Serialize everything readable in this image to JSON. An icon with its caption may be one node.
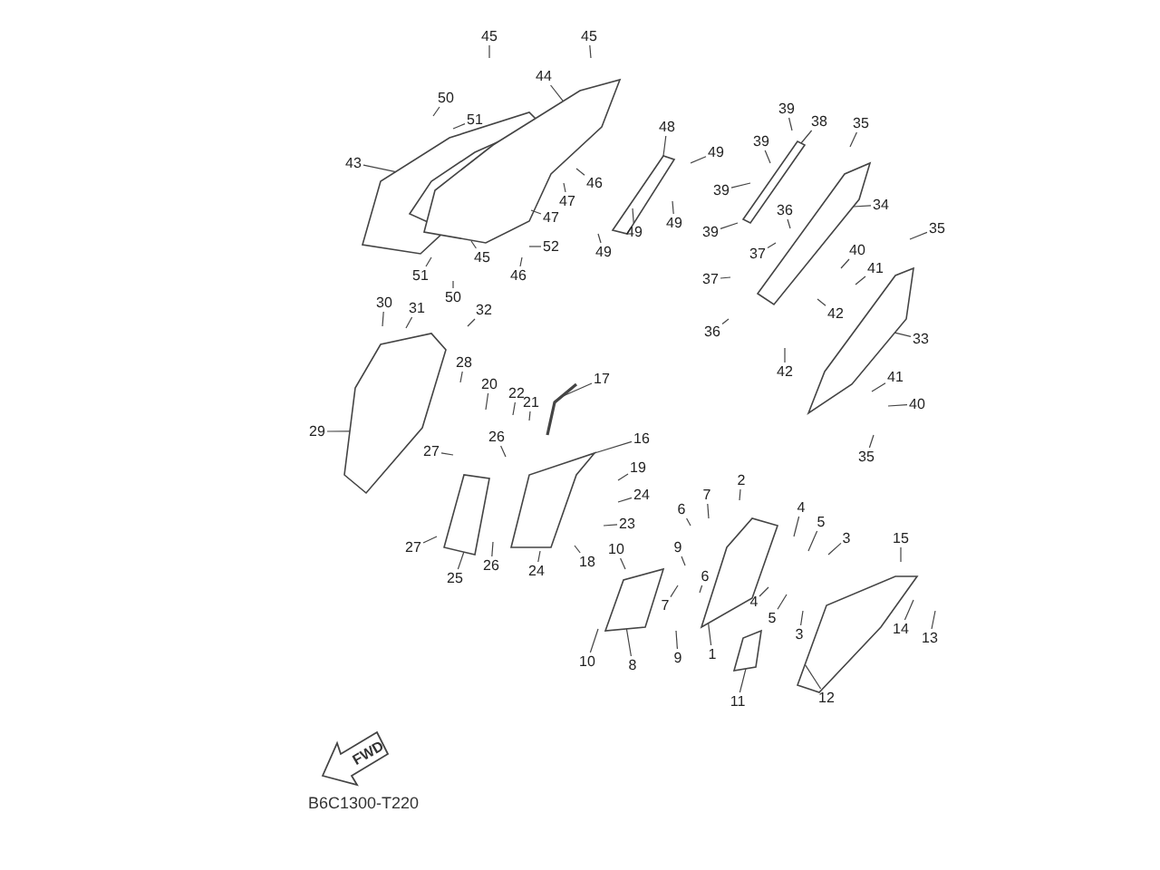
{
  "diagram": {
    "nodes": [
      {
        "text": [
          "50"
        ]
      },
      {
        "text": [
          "51"
        ]
      },
      {
        "text": [
          "45"
        ]
      },
      {
        "text": [
          "45"
        ]
      },
      {
        "text": [
          "44"
        ]
      },
      {
        "text": [
          "43"
        ]
      },
      {
        "text": [
          "48"
        ]
      },
      {
        "text": [
          "49"
        ]
      },
      {
        "text": [
          "46"
        ]
      },
      {
        "text": [
          "47"
        ]
      },
      {
        "text": [
          "47"
        ]
      },
      {
        "text": [
          "52"
        ]
      },
      {
        "text": [
          "49"
        ]
      },
      {
        "text": [
          "49"
        ]
      },
      {
        "text": [
          "49"
        ]
      },
      {
        "text": [
          "45"
        ]
      },
      {
        "text": [
          "51"
        ]
      },
      {
        "text": [
          "46"
        ]
      },
      {
        "text": [
          "50"
        ]
      },
      {
        "text": [
          "39"
        ]
      },
      {
        "text": [
          "38"
        ]
      },
      {
        "text": [
          "35"
        ]
      },
      {
        "text": [
          "39"
        ]
      },
      {
        "text": [
          "39"
        ]
      },
      {
        "text": [
          "34"
        ]
      },
      {
        "text": [
          "39"
        ]
      },
      {
        "text": [
          "36"
        ]
      },
      {
        "text": [
          "35"
        ]
      },
      {
        "text": [
          "37"
        ]
      },
      {
        "text": [
          "40"
        ]
      },
      {
        "text": [
          "41"
        ]
      },
      {
        "text": [
          "37"
        ]
      },
      {
        "text": [
          "42"
        ]
      },
      {
        "text": [
          "36"
        ]
      },
      {
        "text": [
          "33"
        ]
      },
      {
        "text": [
          "42"
        ]
      },
      {
        "text": [
          "41"
        ]
      },
      {
        "text": [
          "40"
        ]
      },
      {
        "text": [
          "35"
        ]
      },
      {
        "text": [
          "30"
        ]
      },
      {
        "text": [
          "31"
        ]
      },
      {
        "text": [
          "32"
        ]
      },
      {
        "text": [
          "28"
        ]
      },
      {
        "text": [
          "20"
        ]
      },
      {
        "text": [
          "22"
        ]
      },
      {
        "text": [
          "21"
        ]
      },
      {
        "text": [
          "17"
        ]
      },
      {
        "text": [
          "29"
        ]
      },
      {
        "text": [
          "16"
        ]
      },
      {
        "text": [
          "27"
        ]
      },
      {
        "text": [
          "26"
        ]
      },
      {
        "text": [
          "19"
        ]
      },
      {
        "text": [
          "24"
        ]
      },
      {
        "text": [
          "23"
        ]
      },
      {
        "text": [
          "27"
        ]
      },
      {
        "text": [
          "25"
        ]
      },
      {
        "text": [
          "26"
        ]
      },
      {
        "text": [
          "24"
        ]
      },
      {
        "text": [
          "18"
        ]
      },
      {
        "text": [
          "10"
        ]
      },
      {
        "text": [
          "2"
        ]
      },
      {
        "text": [
          "7"
        ]
      },
      {
        "text": [
          "6"
        ]
      },
      {
        "text": [
          "4"
        ]
      },
      {
        "text": [
          "5"
        ]
      },
      {
        "text": [
          "3"
        ]
      },
      {
        "text": [
          "9"
        ]
      },
      {
        "text": [
          "6"
        ]
      },
      {
        "text": [
          "15"
        ]
      },
      {
        "text": [
          "7"
        ]
      },
      {
        "text": [
          "4"
        ]
      },
      {
        "text": [
          "5"
        ]
      },
      {
        "text": [
          "3"
        ]
      },
      {
        "text": [
          "14"
        ]
      },
      {
        "text": [
          "13"
        ]
      },
      {
        "text": [
          "9"
        ]
      },
      {
        "text": [
          "1"
        ]
      },
      {
        "text": [
          "10"
        ]
      },
      {
        "text": [
          "8"
        ]
      },
      {
        "text": [
          "11"
        ]
      },
      {
        "text": [
          "12"
        ]
      },
      {
        "text": [],
        "shape": "picture"
      },
      {
        "text": [],
        "shape": "picture"
      },
      {
        "text": [],
        "shape": "picture"
      },
      {
        "text": [],
        "shape": "picture"
      },
      {
        "text": [],
        "shape": "picture"
      },
      {
        "text": [],
        "shape": "picture"
      },
      {
        "text": [],
        "shape": "picture"
      },
      {
        "text": [],
        "shape": "picture"
      },
      {
        "text": [],
        "shape": "picture"
      },
      {
        "text": [],
        "shape": "picture"
      },
      {
        "text": [],
        "shape": "picture"
      },
      {
        "text": [],
        "shape": "picture"
      },
      {
        "text": [],
        "shape": "picture"
      },
      {
        "text": [],
        "shape": "picture"
      }
    ],
    "edges": [
      {
        "from": 0,
        "to": null,
        "arrow": "none"
      },
      {
        "from": 1,
        "to": null,
        "arrow": "none"
      },
      {
        "from": 2,
        "to": null,
        "arrow": "none"
      },
      {
        "from": 3,
        "to": null,
        "arrow": "none"
      },
      {
        "from": 4,
        "to": 82,
        "arrow": "none"
      },
      {
        "from": 5,
        "to": 81,
        "arrow": "none"
      },
      {
        "from": 6,
        "to": 83,
        "arrow": "none"
      },
      {
        "from": 7,
        "to": null,
        "arrow": "none"
      },
      {
        "from": 8,
        "to": null,
        "arrow": "none"
      },
      {
        "from": 9,
        "to": null,
        "arrow": "none"
      },
      {
        "from": 10,
        "to": null,
        "arrow": "none"
      },
      {
        "from": 11,
        "to": null,
        "arrow": "none"
      },
      {
        "from": 12,
        "to": null,
        "arrow": "none"
      },
      {
        "from": 13,
        "to": null,
        "arrow": "none"
      },
      {
        "from": 14,
        "to": null,
        "arrow": "none"
      },
      {
        "from": 15,
        "to": null,
        "arrow": "none"
      },
      {
        "from": 16,
        "to": null,
        "arrow": "none"
      },
      {
        "from": 17,
        "to": null,
        "arrow": "none"
      },
      {
        "from": 18,
        "to": null,
        "arrow": "none"
      },
      {
        "from": 19,
        "to": null,
        "arrow": "none"
      },
      {
        "from": 20,
        "to": 84,
        "arrow": "none"
      },
      {
        "from": 21,
        "to": null,
        "arrow": "none"
      },
      {
        "from": 22,
        "to": null,
        "arrow": "none"
      },
      {
        "from": 23,
        "to": null,
        "arrow": "none"
      },
      {
        "from": 24,
        "to": 85,
        "arrow": "none"
      },
      {
        "from": 25,
        "to": null,
        "arrow": "none"
      },
      {
        "from": 26,
        "to": null,
        "arrow": "none"
      },
      {
        "from": 27,
        "to": null,
        "arrow": "none"
      },
      {
        "from": 28,
        "to": null,
        "arrow": "none"
      },
      {
        "from": 29,
        "to": null,
        "arrow": "none"
      },
      {
        "from": 30,
        "to": null,
        "arrow": "none"
      },
      {
        "from": 31,
        "to": null,
        "arrow": "none"
      },
      {
        "from": 32,
        "to": null,
        "arrow": "none"
      },
      {
        "from": 33,
        "to": null,
        "arrow": "none"
      },
      {
        "from": 34,
        "to": 86,
        "arrow": "none"
      },
      {
        "from": 35,
        "to": null,
        "arrow": "none"
      },
      {
        "from": 36,
        "to": null,
        "arrow": "none"
      },
      {
        "from": 37,
        "to": null,
        "arrow": "none"
      },
      {
        "from": 38,
        "to": null,
        "arrow": "none"
      },
      {
        "from": 39,
        "to": null,
        "arrow": "none"
      },
      {
        "from": 40,
        "to": null,
        "arrow": "none"
      },
      {
        "from": 41,
        "to": null,
        "arrow": "none"
      },
      {
        "from": 42,
        "to": null,
        "arrow": "none"
      },
      {
        "from": 43,
        "to": null,
        "arrow": "none"
      },
      {
        "from": 44,
        "to": null,
        "arrow": "none"
      },
      {
        "from": 45,
        "to": null,
        "arrow": "none"
      },
      {
        "from": 46,
        "to": 90,
        "arrow": "none"
      },
      {
        "from": 47,
        "to": 87,
        "arrow": "none"
      },
      {
        "from": 48,
        "to": 89,
        "arrow": "none"
      },
      {
        "from": 49,
        "to": null,
        "arrow": "none"
      },
      {
        "from": 50,
        "to": null,
        "arrow": "none"
      },
      {
        "from": 51,
        "to": null,
        "arrow": "none"
      },
      {
        "from": 52,
        "to": null,
        "arrow": "none"
      },
      {
        "from": 53,
        "to": null,
        "arrow": "none"
      },
      {
        "from": 54,
        "to": null,
        "arrow": "none"
      },
      {
        "from": 55,
        "to": 88,
        "arrow": "none"
      },
      {
        "from": 56,
        "to": null,
        "arrow": "none"
      },
      {
        "from": 57,
        "to": null,
        "arrow": "none"
      },
      {
        "from": 58,
        "to": null,
        "arrow": "none"
      },
      {
        "from": 59,
        "to": null,
        "arrow": "none"
      },
      {
        "from": 60,
        "to": null,
        "arrow": "none"
      },
      {
        "from": 61,
        "to": null,
        "arrow": "none"
      },
      {
        "from": 62,
        "to": null,
        "arrow": "none"
      },
      {
        "from": 63,
        "to": null,
        "arrow": "none"
      },
      {
        "from": 64,
        "to": null,
        "arrow": "none"
      },
      {
        "from": 65,
        "to": null,
        "arrow": "none"
      },
      {
        "from": 66,
        "to": null,
        "arrow": "none"
      },
      {
        "from": 67,
        "to": null,
        "arrow": "none"
      },
      {
        "from": 68,
        "to": null,
        "arrow": "none"
      },
      {
        "from": 69,
        "to": null,
        "arrow": "none"
      },
      {
        "from": 70,
        "to": null,
        "arrow": "none"
      },
      {
        "from": 71,
        "to": null,
        "arrow": "none"
      },
      {
        "from": 72,
        "to": null,
        "arrow": "none"
      },
      {
        "from": 73,
        "to": null,
        "arrow": "none"
      },
      {
        "from": 74,
        "to": null,
        "arrow": "none"
      },
      {
        "from": 75,
        "to": null,
        "arrow": "none"
      },
      {
        "from": 76,
        "to": 91,
        "arrow": "none"
      },
      {
        "from": 77,
        "to": null,
        "arrow": "none"
      },
      {
        "from": 78,
        "to": 92,
        "arrow": "none"
      },
      {
        "from": 79,
        "to": 94,
        "arrow": "none"
      },
      {
        "from": 80,
        "to": 93,
        "arrow": "none"
      }
    ],
    "labels": [
      "FWD",
      "B6C1300-T220"
    ]
  }
}
